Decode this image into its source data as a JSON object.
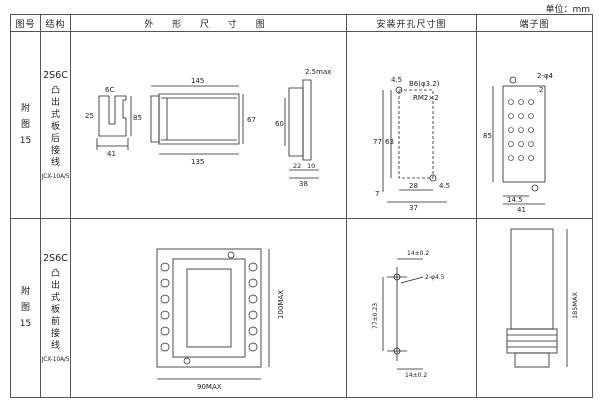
{
  "unit_label": "单位：mm",
  "headers": {
    "col_no": "图号",
    "col_struct": "结构",
    "col_outline": "外 形 尺 寸 图",
    "col_mount": "安装开孔尺寸图",
    "col_terminal": "端子图"
  },
  "rows": [
    {
      "fig_no": "附图15",
      "model": "2S6C",
      "desc": "凸出式板后接线",
      "sub": "JCX-10A/5",
      "outline": {
        "front_top": "6C",
        "front_left": "25",
        "front_h": "85",
        "front_w": "41",
        "side_top": "145",
        "side_bottom": "135",
        "side_h": "67",
        "rear_top": "2.5max",
        "rear_h": "60",
        "rear_b1": "22",
        "rear_b2": "10",
        "rear_b3": "38"
      },
      "mount": {
        "t1": "4.5",
        "t2": "B6(φ3.2)",
        "t3": "RM2×2",
        "h1": "77",
        "h2": "63",
        "b0": "7",
        "b1": "28",
        "b2": "4.5",
        "b3": "37"
      },
      "terminal": {
        "t1": "2-φ4",
        "t2": "2",
        "h": "85",
        "b1": "14.5",
        "b2": "41"
      }
    },
    {
      "fig_no": "附图15",
      "model": "2S6C",
      "desc": "凸出式板前接线",
      "sub": "JCX-10A/5",
      "outline": {
        "h": "100MAX",
        "w": "90MAX"
      },
      "mount": {
        "t1": "14±0.2",
        "t2": "2-φ4.5",
        "h": "77±0.23",
        "b": "14±0.2"
      },
      "terminal": {
        "h": "185MAX"
      }
    }
  ]
}
